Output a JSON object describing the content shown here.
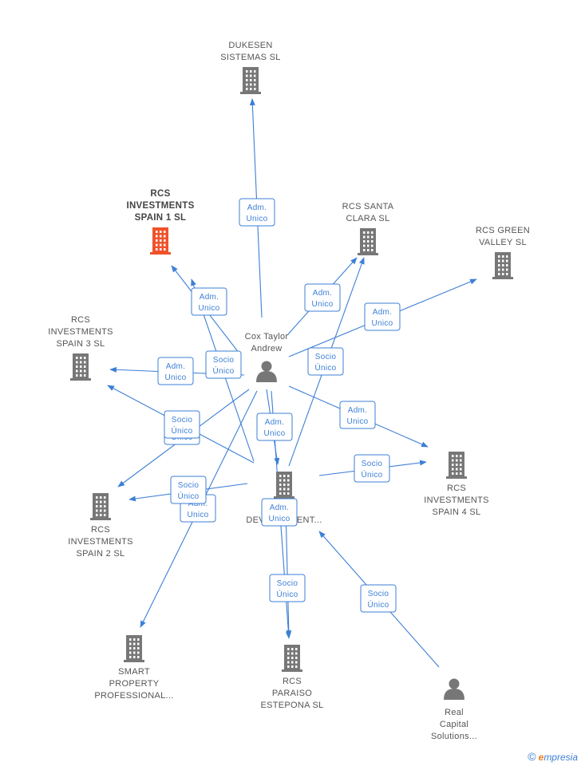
{
  "colors": {
    "edge": "#3d7fd6",
    "company": "#777777",
    "focus": "#f0522a",
    "person": "#777777"
  },
  "nodes": [
    {
      "id": "dukesen",
      "type": "company",
      "icon": "building-icon",
      "label": [
        "DUKESEN",
        "SISTEMAS SL"
      ]
    },
    {
      "id": "rcs1",
      "type": "company",
      "focus": true,
      "icon": "building-icon",
      "label": [
        "RCS",
        "INVESTMENTS",
        "SPAIN 1  SL"
      ]
    },
    {
      "id": "santaclara",
      "type": "company",
      "icon": "building-icon",
      "label": [
        "RCS SANTA",
        "CLARA  SL"
      ]
    },
    {
      "id": "greenvalley",
      "type": "company",
      "icon": "building-icon",
      "label": [
        "RCS GREEN",
        "VALLEY  SL"
      ]
    },
    {
      "id": "rcs3",
      "type": "company",
      "icon": "building-icon",
      "label": [
        "RCS",
        "INVESTMENTS",
        "SPAIN 3  SL"
      ]
    },
    {
      "id": "cox",
      "type": "person",
      "icon": "person-icon",
      "label": [
        "Cox Taylor",
        "Andrew"
      ]
    },
    {
      "id": "rcs4",
      "type": "company",
      "icon": "building-icon",
      "label": [
        "RCS",
        "INVESTMENTS",
        "SPAIN 4  SL"
      ]
    },
    {
      "id": "hdev",
      "type": "company",
      "icon": "building-icon",
      "label": [
        "H",
        "DEVELOPMENT..."
      ]
    },
    {
      "id": "rcs2",
      "type": "company",
      "icon": "building-icon",
      "label": [
        "RCS",
        "INVESTMENTS",
        "SPAIN 2  SL"
      ]
    },
    {
      "id": "smart",
      "type": "company",
      "icon": "building-icon",
      "label": [
        "SMART",
        "PROPERTY",
        "PROFESSIONAL..."
      ]
    },
    {
      "id": "paraiso",
      "type": "company",
      "icon": "building-icon",
      "label": [
        "RCS",
        "PARAISO",
        "ESTEPONA  SL"
      ]
    },
    {
      "id": "realcap",
      "type": "person",
      "icon": "person-icon",
      "label": [
        "Real",
        "Capital",
        "Solutions..."
      ]
    }
  ],
  "edges": [
    {
      "from": "cox",
      "to": "dukesen",
      "label": [
        "Adm.",
        "Unico"
      ]
    },
    {
      "from": "cox",
      "to": "rcs1",
      "label": [
        "Adm.",
        "Unico"
      ]
    },
    {
      "from": "cox",
      "to": "santaclara",
      "label": [
        "Adm.",
        "Unico"
      ]
    },
    {
      "from": "cox",
      "to": "greenvalley",
      "label": [
        "Adm.",
        "Unico"
      ]
    },
    {
      "from": "cox",
      "to": "rcs3",
      "label": [
        "Adm.",
        "Unico"
      ]
    },
    {
      "from": "cox",
      "to": "rcs4",
      "label": [
        "Adm.",
        "Unico"
      ]
    },
    {
      "from": "cox",
      "to": "hdev",
      "label": [
        "Adm.",
        "Unico"
      ]
    },
    {
      "from": "cox",
      "to": "rcs2",
      "label": [
        "Adm.",
        "Unico"
      ]
    },
    {
      "from": "cox",
      "to": "smart",
      "label": [
        "Adm.",
        "Unico"
      ]
    },
    {
      "from": "cox",
      "to": "paraiso",
      "label": [
        "Adm.",
        "Unico"
      ]
    },
    {
      "from": "hdev",
      "to": "rcs1",
      "label": [
        "Socio",
        "Único"
      ]
    },
    {
      "from": "hdev",
      "to": "santaclara",
      "label": [
        "Socio",
        "Único"
      ]
    },
    {
      "from": "hdev",
      "to": "rcs3",
      "label": [
        "Socio",
        "Único"
      ]
    },
    {
      "from": "hdev",
      "to": "rcs4",
      "label": [
        "Socio",
        "Único"
      ]
    },
    {
      "from": "hdev",
      "to": "rcs2",
      "label": [
        "Socio",
        "Único"
      ]
    },
    {
      "from": "hdev",
      "to": "paraiso",
      "label": [
        "Socio",
        "Único"
      ]
    },
    {
      "from": "realcap",
      "to": "hdev",
      "label": [
        "Socio",
        "Único"
      ]
    }
  ],
  "brand": {
    "copyright": "©",
    "e": "e",
    "rest": "mpresia"
  }
}
